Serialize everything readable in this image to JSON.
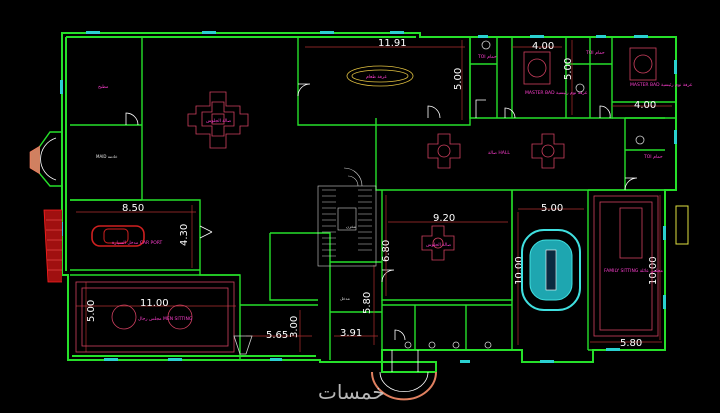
{
  "colors": {
    "wall": "#26e02a",
    "dimension": "#ffffff",
    "dimension_line": "#b03030",
    "furniture": "#d04060",
    "label": "#ff3fd0",
    "door": "#ffffff",
    "window": "#2ad0d0",
    "pool": "#40e0e0",
    "stair": "#d0d0d0",
    "car": "#d02020",
    "background": "#000000"
  },
  "dimensions": {
    "reception_width": "11.91",
    "reception_height": "5.00",
    "master_bed_1_width": "4.00",
    "master_bed_2_width": "4.00",
    "master_bed_side": "5.00",
    "car_port_width": "8.50",
    "car_port_height": "4.30",
    "living_center_width": "9.20",
    "living_center_height": "6.80",
    "pool_width": "5.00",
    "pool_height": "10.00",
    "family_room_height": "10.00",
    "family_room_width": "5.80",
    "men_sitting_width": "11.00",
    "men_sitting_height": "5.00",
    "kitchen_height": "5.80",
    "kitchen_width": "3.91",
    "toilet_width": "5.65",
    "toilet_height": "3.00"
  },
  "labels": {
    "reception": "غرفة طعام",
    "majlis_top": "صالة الجلوس",
    "hall": "صالة\nHALL",
    "master_bed_1": "MASTER BAD\nغرفة نوم رئيسية",
    "master_bed_2": "MASTER BAD\nغرفة نوم رئيسية",
    "toilet_1": "TOI\nحمام",
    "toilet_2": "TOI\nحمام",
    "toilet_3": "TOI\nحمام",
    "car_port": "مدخل السيارة\nCAR PORT",
    "men_sitting": "مجلس رجال\nMEN SITTING",
    "living": "صالة الجلوس",
    "family": "FAMILY SITTING\nمجلس عائلة",
    "kitchen": "مطبخ",
    "entrance": "مدخل",
    "store": "مخزن",
    "maid": "MAID\nخادمة"
  },
  "watermark": "خمسات"
}
